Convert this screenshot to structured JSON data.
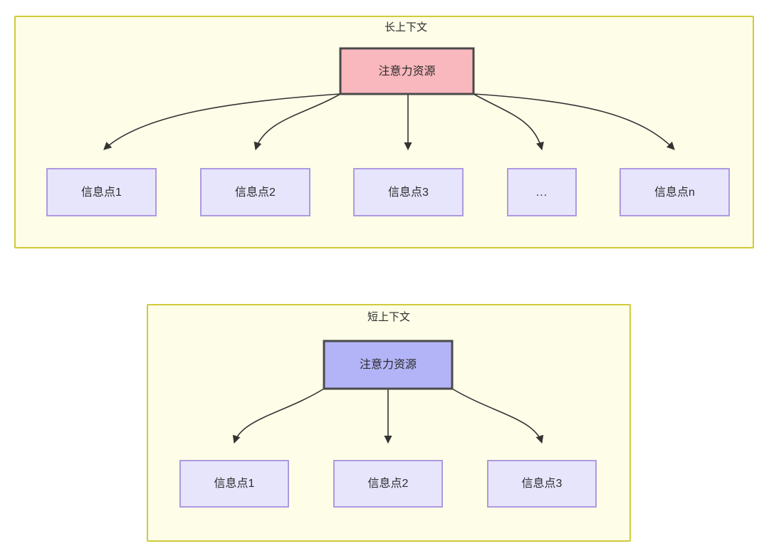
{
  "diagram": {
    "type": "node-link-diagram",
    "background_color": "#ffffff",
    "panels": [
      {
        "id": "long-context",
        "title": "长上下文",
        "fill_color": "#fefde8",
        "border_color": "#cfcb3a",
        "root": {
          "label": "注意力资源",
          "fill_color": "#f9b8bd",
          "border_color": "#4a4a4a"
        },
        "leaves": [
          {
            "label": "信息点1"
          },
          {
            "label": "信息点2"
          },
          {
            "label": "信息点3"
          },
          {
            "label": "..."
          },
          {
            "label": "信息点n"
          }
        ],
        "leaf_fill_color": "#e7e5fc",
        "leaf_border_color": "#ad9ae0",
        "edge_count": 5
      },
      {
        "id": "short-context",
        "title": "短上下文",
        "fill_color": "#fefde8",
        "border_color": "#cfcb3a",
        "root": {
          "label": "注意力资源",
          "fill_color": "#b3b3f7",
          "border_color": "#4a4a4a"
        },
        "leaves": [
          {
            "label": "信息点1"
          },
          {
            "label": "信息点2"
          },
          {
            "label": "信息点3"
          }
        ],
        "leaf_fill_color": "#e7e5fc",
        "leaf_border_color": "#ad9ae0",
        "edge_count": 3
      }
    ],
    "edge_color": "#333333",
    "text_color": "#2b2b2b"
  }
}
